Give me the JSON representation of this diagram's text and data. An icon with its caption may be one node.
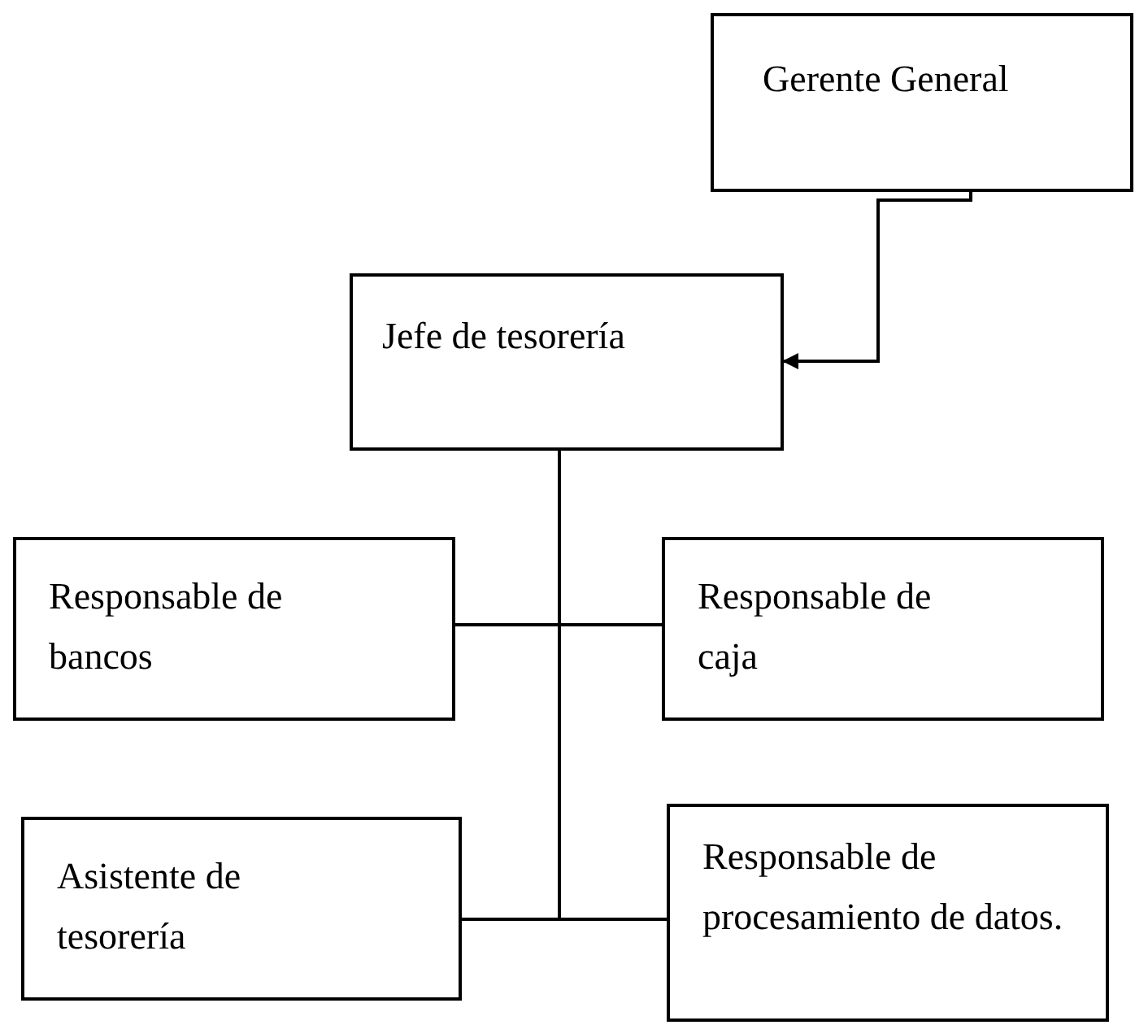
{
  "diagram": {
    "nodes": [
      {
        "text": [
          "Gerente General"
        ]
      },
      {
        "text": [
          "Jefe de tesorería"
        ]
      },
      {
        "text": [
          "Responsable de bancos"
        ]
      },
      {
        "text": [
          "Responsable de caja"
        ]
      },
      {
        "text": [
          "Asistente de tesorería"
        ]
      },
      {
        "text": [
          "Responsable de procesamiento de datos."
        ]
      }
    ],
    "edges": [
      {
        "from": 0,
        "to": 1,
        "arrow": "to"
      },
      {
        "from": 1,
        "to": 2,
        "arrow": "none"
      },
      {
        "from": 1,
        "to": 3,
        "arrow": "none"
      },
      {
        "from": 1,
        "to": 4,
        "arrow": "none"
      },
      {
        "from": 1,
        "to": 5,
        "arrow": "none"
      }
    ]
  }
}
